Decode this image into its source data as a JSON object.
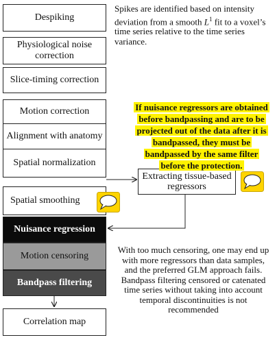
{
  "pipeline": {
    "steps": [
      {
        "label": "Despiking"
      },
      {
        "label": "Physiological noise correction"
      },
      {
        "label": "Slice-timing correction"
      },
      {
        "label": "Motion correction"
      },
      {
        "label": "Alignment with anatomy"
      },
      {
        "label": "Spatial normalization"
      },
      {
        "label": "Spatial smoothing"
      },
      {
        "label": "Nuisance regression"
      },
      {
        "label": "Motion censoring"
      },
      {
        "label": "Bandpass filtering"
      },
      {
        "label": "Correlation map"
      }
    ],
    "side_box": "Extracting tissue-based regressors"
  },
  "notes": {
    "despiking_prefix": "Spikes are identified based on intensity deviation from a smooth ",
    "despiking_symbol": "L",
    "despiking_superscript": "1",
    "despiking_suffix": " fit to a voxel’s time series relative to the time series variance.",
    "bandpass_warning": "If nuisance regressors are obtained before bandpassing and are to be projected out of the data after it is bandpassed, they must be bandpassed by the same filter before the protection.",
    "censoring_warning": "With too much censoring, one may end up with more regressors than data samples, and the preferred GLM approach fails. Bandpass filtering censored or catenated time series without taking into account temporal discontinuities is not recommended"
  },
  "colors": {
    "highlight": "#fff200",
    "speech_icon": "#ffd400",
    "nuisance_regression": "#0b0b0b",
    "motion_censoring": "#9a9a9a",
    "bandpass_filtering": "#4a4a4a"
  },
  "icons": [
    "speech-bubble-icon",
    "speech-bubble-icon"
  ]
}
